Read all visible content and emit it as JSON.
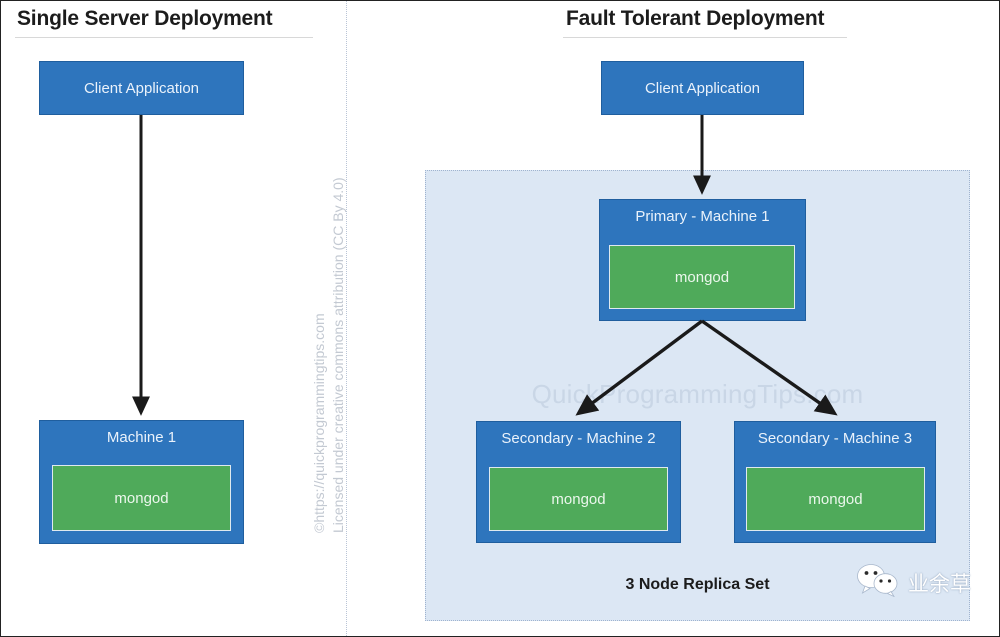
{
  "panels": {
    "left": {
      "title": "Single Server Deployment",
      "client": {
        "label": "Client Application"
      },
      "machine": {
        "label": "Machine 1",
        "process": "mongod"
      }
    },
    "right": {
      "title": "Fault Tolerant Deployment",
      "client": {
        "label": "Client Application"
      },
      "replica_set": {
        "caption": "3 Node Replica Set",
        "watermark": "QuickProgrammingTips.com",
        "nodes": [
          {
            "label": "Primary - Machine 1",
            "process": "mongod"
          },
          {
            "label": "Secondary - Machine 2",
            "process": "mongod"
          },
          {
            "label": "Secondary - Machine 3",
            "process": "mongod"
          }
        ]
      }
    }
  },
  "attribution": {
    "url_line": "©https://quickprogrammingtips.com",
    "license_line": "Licensed under creative commons attribution (CC By 4.0)"
  },
  "badge": {
    "icon": "wechat-icon",
    "text": "业余草"
  },
  "colors": {
    "node_blue": "#2e75bd",
    "process_green": "#4faa5a",
    "replica_bg": "#dce7f4",
    "arrow": "#1a1a1a",
    "page_bg": "#ffffff"
  }
}
